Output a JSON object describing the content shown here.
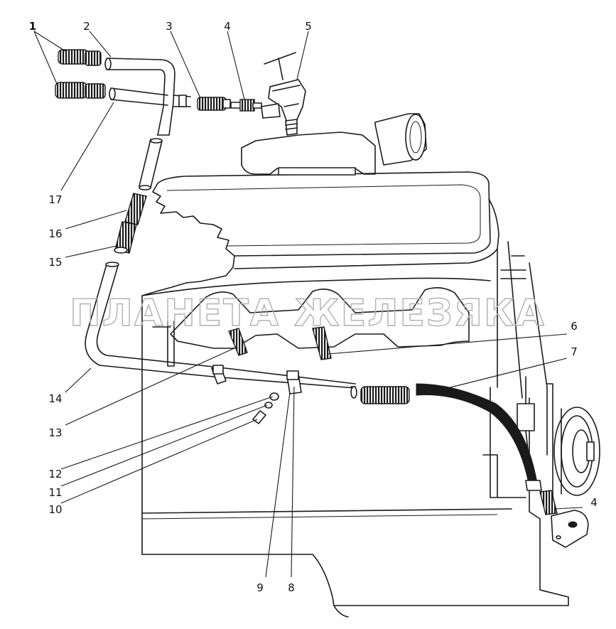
{
  "watermark": "ПЛАНЕТА ЖЕЛЕЗЯКА",
  "callouts": [
    {
      "id": "c1",
      "label": "1"
    },
    {
      "id": "c2",
      "label": "2"
    },
    {
      "id": "c3",
      "label": "3"
    },
    {
      "id": "c4",
      "label": "4"
    },
    {
      "id": "c5",
      "label": "5"
    },
    {
      "id": "c6",
      "label": "6"
    },
    {
      "id": "c7",
      "label": "7"
    },
    {
      "id": "c8",
      "label": "8"
    },
    {
      "id": "c9",
      "label": "9"
    },
    {
      "id": "c10",
      "label": "10"
    },
    {
      "id": "c11",
      "label": "11"
    },
    {
      "id": "c12",
      "label": "12"
    },
    {
      "id": "c13",
      "label": "13"
    },
    {
      "id": "c14",
      "label": "14"
    },
    {
      "id": "c15",
      "label": "15"
    },
    {
      "id": "c16",
      "label": "16"
    },
    {
      "id": "c17",
      "label": "17"
    },
    {
      "id": "c4b",
      "label": "4"
    }
  ]
}
